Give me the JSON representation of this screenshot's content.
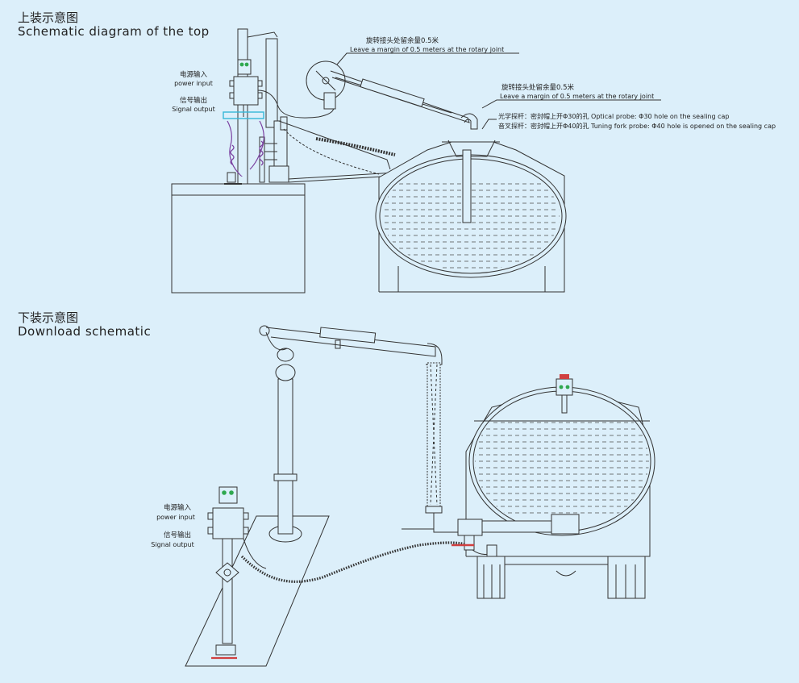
{
  "top_section": {
    "title_zh": "上装示意图",
    "title_en": "Schematic diagram of the top",
    "power_zh": "电源输入",
    "power_en": "power input",
    "signal_zh": "信号输出",
    "signal_en": "Signal output",
    "rotary_note1_zh": "旋转接头处留余量0.5米",
    "rotary_note1_en": "Leave a margin of 0.5 meters at the rotary joint",
    "rotary_note2_zh": "旋转接头处留余量0.5米",
    "rotary_note2_en": "Leave a margin of 0.5 meters at the rotary joint",
    "optical_note": "光学探杆：密封帽上开Φ30的孔 Optical probe: Φ30 hole on the sealing cap",
    "fork_note": "音叉探杆：密封帽上开Φ40的孔 Tuning fork probe: Φ40 hole is opened on the sealing cap"
  },
  "bottom_section": {
    "title_zh": "下装示意图",
    "title_en": "Download schematic",
    "power_zh": "电源输入",
    "power_en": "power input",
    "signal_zh": "信号输出",
    "signal_en": "Signal output"
  },
  "colors": {
    "background": "#dceffa",
    "line": "#333333",
    "tank_fill": "#dceffa",
    "liquid_dash": "#555555",
    "indicator_green": "#2fa84f",
    "spring_purple": "#7a3fa0",
    "highlight_cyan": "#35b8d8",
    "ground_red": "#d04040"
  }
}
